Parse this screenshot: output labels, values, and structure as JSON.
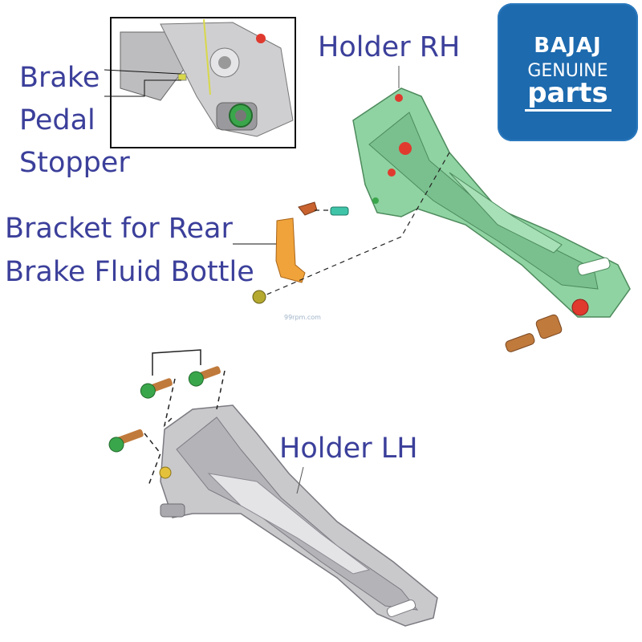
{
  "labels": {
    "brake_pedal_stopper": [
      "Brake",
      "Pedal",
      "Stopper"
    ],
    "holder_rh": "Holder RH",
    "bracket": [
      "Bracket for Rear",
      "Brake Fluid Bottle"
    ],
    "holder_lh": "Holder LH"
  },
  "logo": {
    "brand": "BAJAJ",
    "line1": "GENUINE",
    "line2": "parts"
  },
  "watermark": "99rpm.com",
  "colors": {
    "label_text": "#3b3f9a",
    "logo_background": "#1d6aae",
    "holder_rh_fill": "#8fd3a2",
    "holder_lh_fill": "#c9c9cc",
    "bracket_fill": "#f0a33a",
    "bolt_green": "#3aa64b",
    "bushing_copper": "#c07a3c",
    "marker_red": "#e03a2f"
  }
}
